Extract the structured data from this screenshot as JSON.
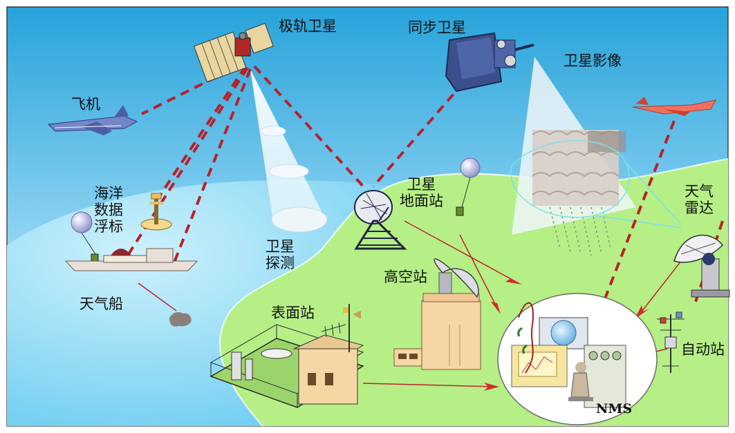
{
  "labels": {
    "polar_satellite": "极轨卫星",
    "geo_satellite": "同步卫星",
    "satellite_image": "卫星影像",
    "aircraft": "飞机",
    "ocean_buoy": "海洋\n数据\n浮标",
    "satellite_probe": "卫星\n探测",
    "satellite_ground_station": "卫星\n地面站",
    "weather_radar": "天气\n雷达",
    "upper_air_station": "高空站",
    "weather_ship": "天气船",
    "surface_station": "表面站",
    "automatic_station": "自动站",
    "nms": "NMS"
  },
  "colors": {
    "sky_top": "#2aa6dc",
    "sky_bottom": "#d2eef9",
    "sea": "#7ad3f0",
    "land": "#b7f08a",
    "dashed_link": "#b8202a",
    "arrow": "#c02030",
    "building": "#f8d8a8",
    "satellite_body": "#3a4f8a"
  }
}
